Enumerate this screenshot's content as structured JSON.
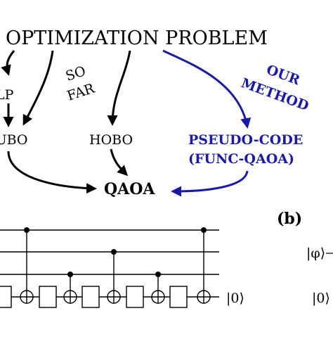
{
  "diagram": {
    "title": "OPTIMIZATION PROBLEM",
    "nodes": {
      "lp": "LP",
      "qubo": "QUBO",
      "hobo": "HOBO",
      "pseudo_line1": "PSEUDO-CODE",
      "pseudo_line2": "(FUNC-QAOA)",
      "qaoa": "QAOA"
    },
    "annotations": {
      "so": "SO",
      "far": "FAR",
      "our": "OUR",
      "method": "METHOD"
    },
    "panel_b_label": "(b)",
    "circuit": {
      "output_ket": "|0⟩"
    },
    "right_labels": {
      "phi": "|φ⟩",
      "zero": "|0⟩"
    },
    "colors": {
      "black": "#000000",
      "blue": "#1a1aa6"
    }
  }
}
